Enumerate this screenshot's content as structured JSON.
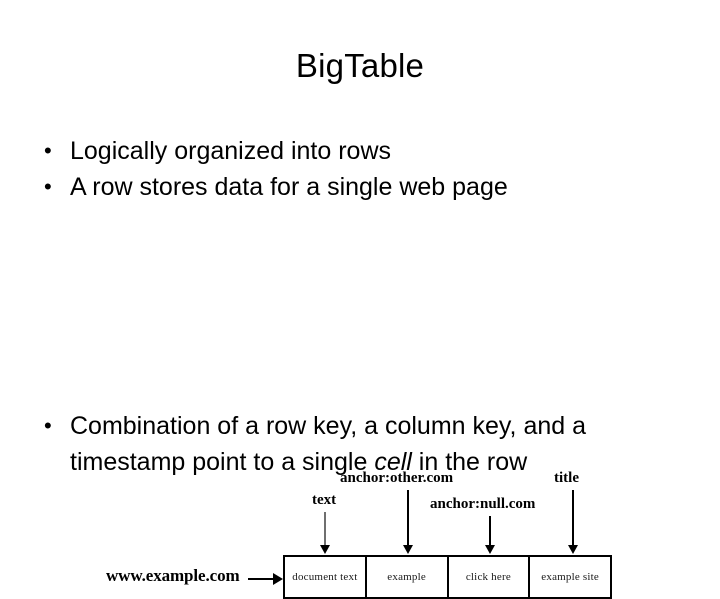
{
  "slide": {
    "title": "BigTable",
    "bullets_top": [
      "Logically organized into rows",
      "A row stores data for a single web page"
    ],
    "bullets_bottom": {
      "line1_part1": "Combination of a row key, a column key, and a",
      "line2_part1": "timestamp point to a single ",
      "line2_emphasis": "cell",
      "line2_part2": " in the row"
    }
  },
  "diagram": {
    "row_key": "www.example.com",
    "column_labels": [
      "text",
      "anchor:other.com",
      "anchor:null.com",
      "title"
    ],
    "cells": [
      "document text",
      "example",
      "click here",
      "example site"
    ],
    "colors": {
      "stroke": "#000000",
      "text_arrow_stroke": "#6f6f6f",
      "cell_text": "#1a1a1a",
      "background": "#ffffff"
    }
  }
}
